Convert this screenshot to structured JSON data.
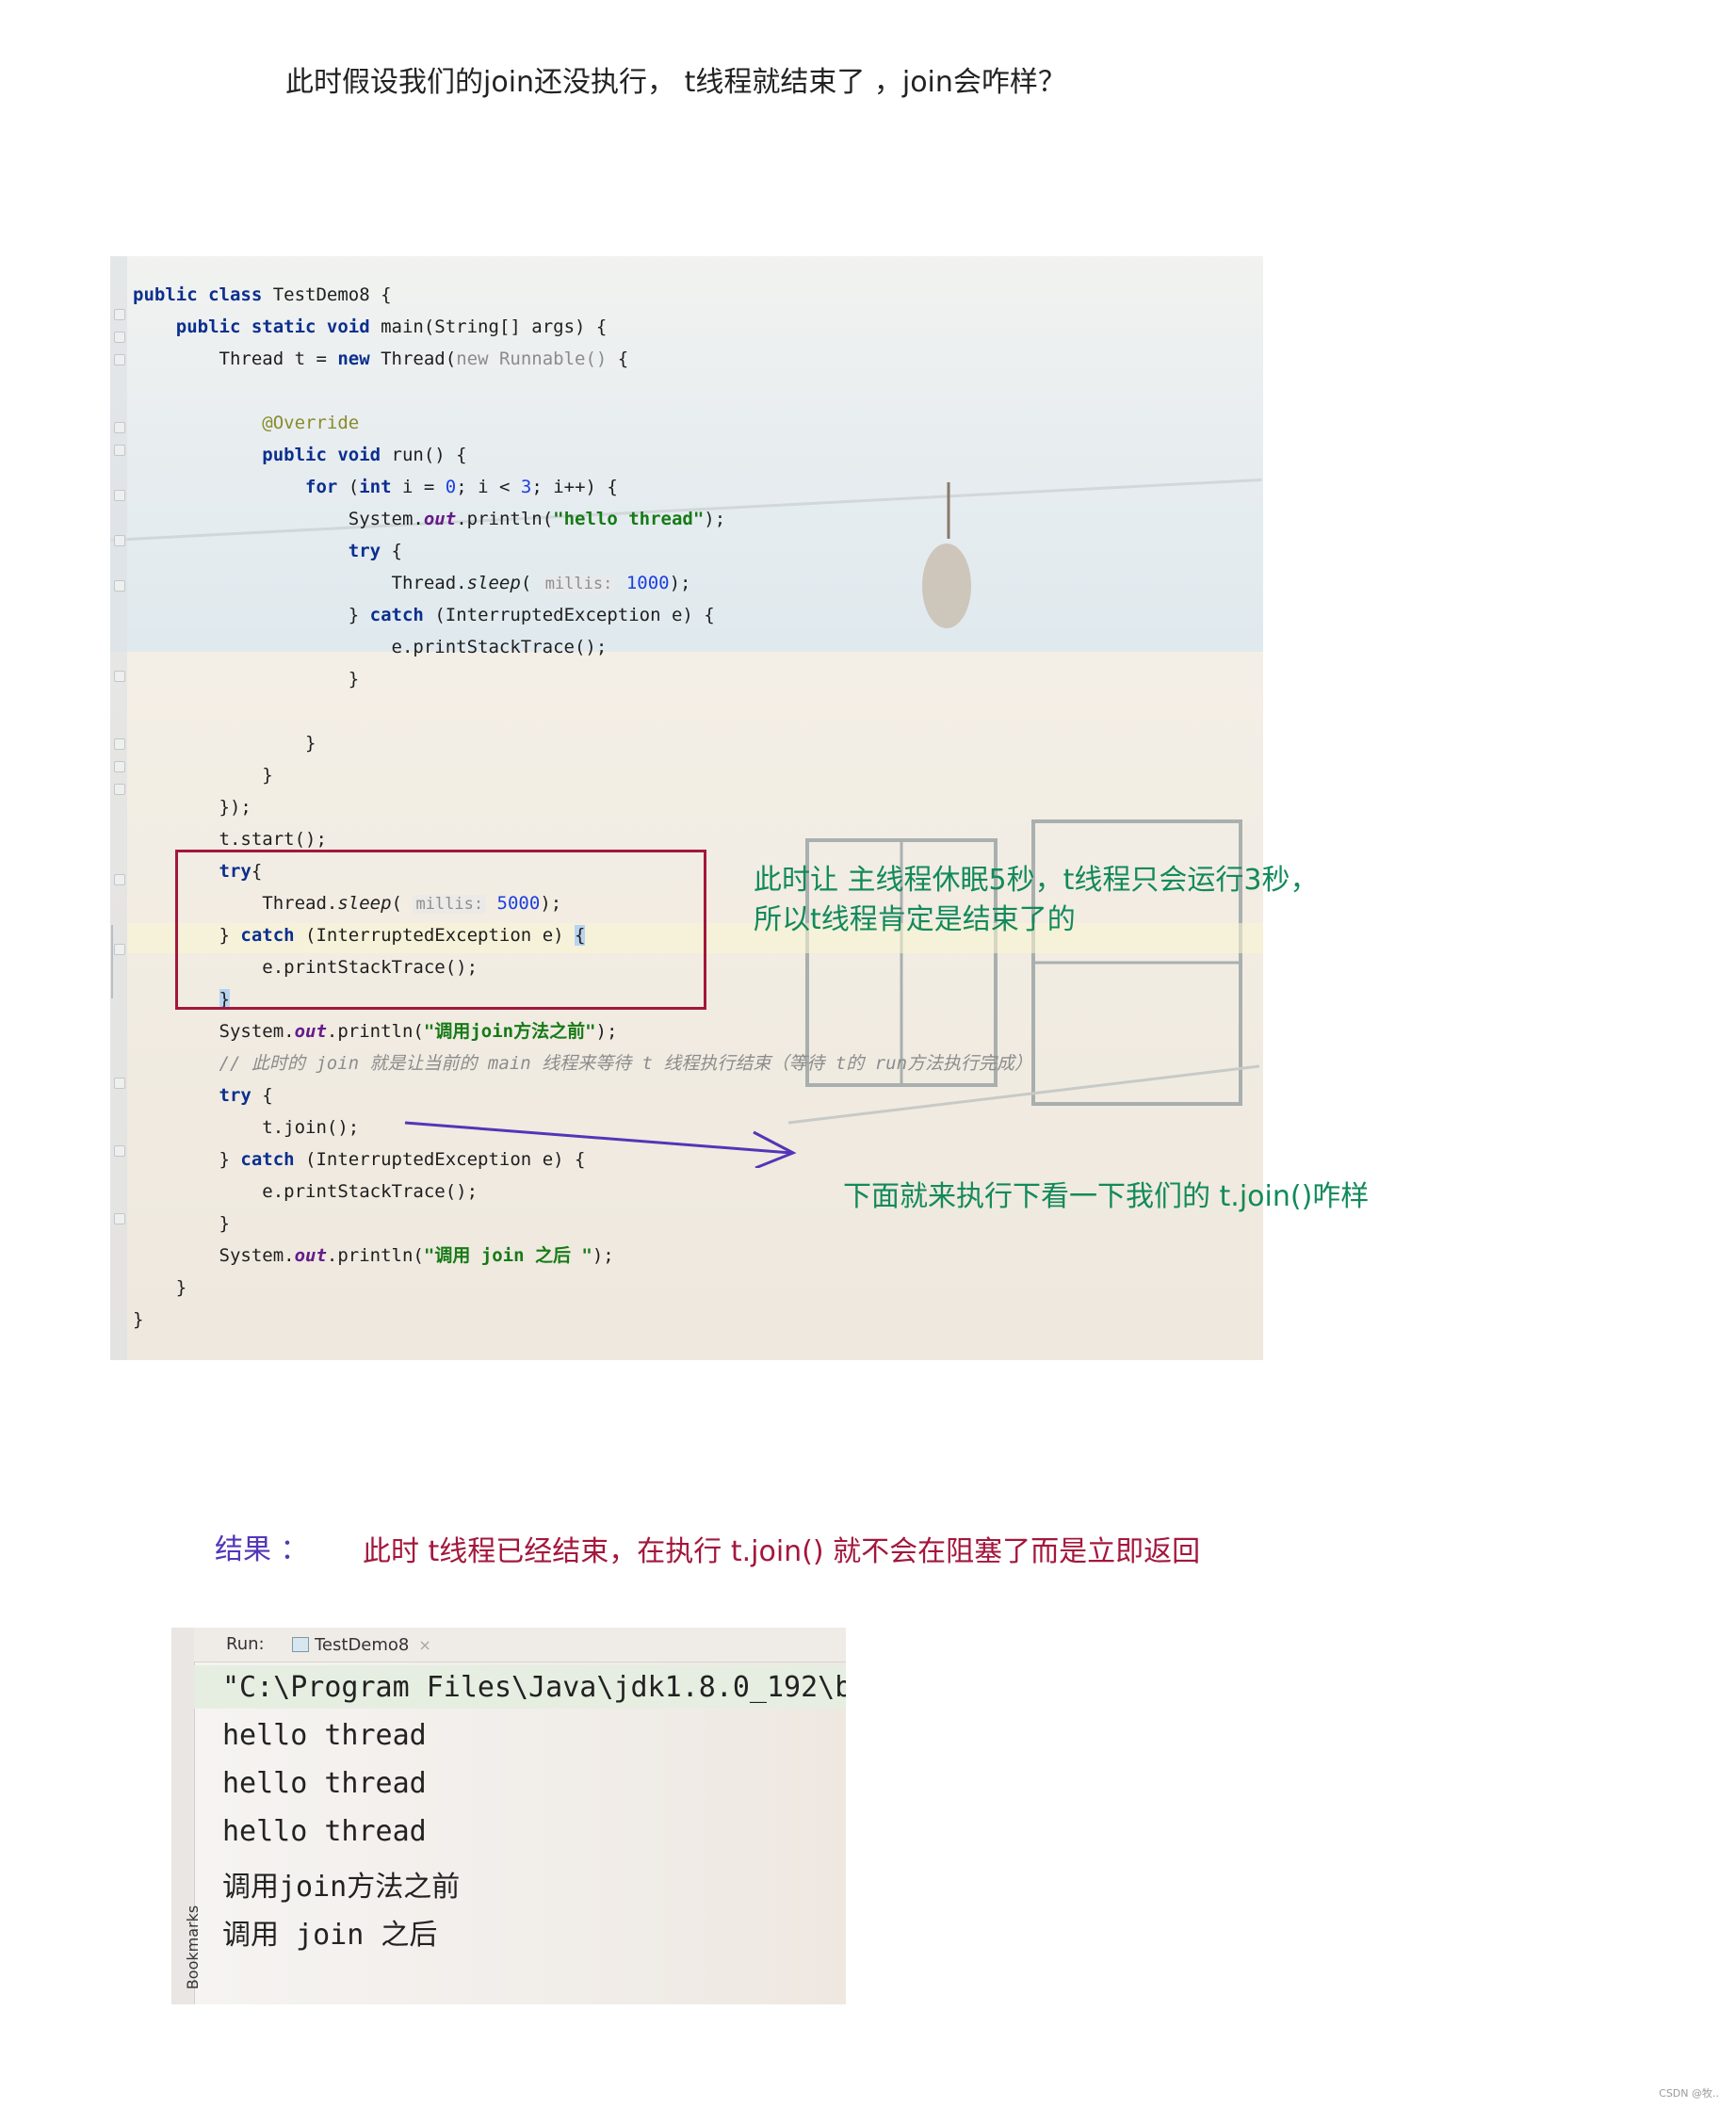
{
  "heading": "此时假设我们的join还没执行，  t线程就结束了  ，join会咋样？",
  "code": {
    "lines": [
      [
        {
          "t": "public class ",
          "c": "kw"
        },
        {
          "t": "TestDemo8 {",
          "c": ""
        }
      ],
      [
        {
          "t": "    public static void ",
          "c": "kw"
        },
        {
          "t": "main(String[] args) {",
          "c": ""
        }
      ],
      [
        {
          "t": "        Thread t = ",
          "c": ""
        },
        {
          "t": "new ",
          "c": "kw"
        },
        {
          "t": "Thread(",
          "c": ""
        },
        {
          "t": "new Runnable()",
          "c": "grey"
        },
        {
          "t": " {",
          "c": ""
        }
      ],
      [],
      [
        {
          "t": "            @Override",
          "c": "ann"
        }
      ],
      [
        {
          "t": "            public void ",
          "c": "kw"
        },
        {
          "t": "run() {",
          "c": ""
        }
      ],
      [
        {
          "t": "                for ",
          "c": "kw"
        },
        {
          "t": "(",
          "c": ""
        },
        {
          "t": "int ",
          "c": "kw"
        },
        {
          "t": "i = ",
          "c": ""
        },
        {
          "t": "0",
          "c": "num"
        },
        {
          "t": "; i < ",
          "c": ""
        },
        {
          "t": "3",
          "c": "num"
        },
        {
          "t": "; i++) {",
          "c": ""
        }
      ],
      [
        {
          "t": "                    System.",
          "c": ""
        },
        {
          "t": "out",
          "c": "st"
        },
        {
          "t": ".println(",
          "c": ""
        },
        {
          "t": "\"hello thread\"",
          "c": "str"
        },
        {
          "t": ");",
          "c": ""
        }
      ],
      [
        {
          "t": "                    try ",
          "c": "kw"
        },
        {
          "t": "{",
          "c": ""
        }
      ],
      [
        {
          "t": "                        Thread.",
          "c": ""
        },
        {
          "t": "sleep",
          "c": "ital"
        },
        {
          "t": "( ",
          "c": ""
        },
        {
          "t": "millis:",
          "c": "hint"
        },
        {
          "t": " ",
          "c": ""
        },
        {
          "t": "1000",
          "c": "num"
        },
        {
          "t": ");",
          "c": ""
        }
      ],
      [
        {
          "t": "                    } ",
          "c": ""
        },
        {
          "t": "catch ",
          "c": "kw"
        },
        {
          "t": "(InterruptedException e) {",
          "c": ""
        }
      ],
      [
        {
          "t": "                        e.printStackTrace();",
          "c": ""
        }
      ],
      [
        {
          "t": "                    }",
          "c": ""
        }
      ],
      [],
      [
        {
          "t": "                }",
          "c": ""
        }
      ],
      [
        {
          "t": "            }",
          "c": ""
        }
      ],
      [
        {
          "t": "        });",
          "c": ""
        }
      ],
      [
        {
          "t": "        t.start();",
          "c": ""
        }
      ],
      [
        {
          "t": "        try",
          "c": "kw"
        },
        {
          "t": "{",
          "c": ""
        }
      ],
      [
        {
          "t": "            Thread.",
          "c": ""
        },
        {
          "t": "sleep",
          "c": "ital"
        },
        {
          "t": "( ",
          "c": ""
        },
        {
          "t": "millis:",
          "c": "hint"
        },
        {
          "t": " ",
          "c": ""
        },
        {
          "t": "5000",
          "c": "num"
        },
        {
          "t": ");",
          "c": ""
        }
      ],
      [
        {
          "t": "        } ",
          "c": ""
        },
        {
          "t": "catch ",
          "c": "kw"
        },
        {
          "t": "(InterruptedException e) ",
          "c": ""
        },
        {
          "t": "{",
          "c": "sel"
        }
      ],
      [
        {
          "t": "            e.printStackTrace();",
          "c": ""
        }
      ],
      [
        {
          "t": "        ",
          "c": ""
        },
        {
          "t": "}",
          "c": "sel"
        }
      ],
      [
        {
          "t": "        System.",
          "c": ""
        },
        {
          "t": "out",
          "c": "st"
        },
        {
          "t": ".println(",
          "c": ""
        },
        {
          "t": "\"调用join方法之前\"",
          "c": "str"
        },
        {
          "t": ");",
          "c": ""
        }
      ],
      [
        {
          "t": "        // 此时的 join 就是让当前的 main 线程来等待 t 线程执行结束（等待 t的 run方法执行完成）",
          "c": "cmt"
        }
      ],
      [
        {
          "t": "        try ",
          "c": "kw"
        },
        {
          "t": "{",
          "c": ""
        }
      ],
      [
        {
          "t": "            t.join();",
          "c": ""
        }
      ],
      [
        {
          "t": "        } ",
          "c": ""
        },
        {
          "t": "catch ",
          "c": "kw"
        },
        {
          "t": "(InterruptedException e) {",
          "c": ""
        }
      ],
      [
        {
          "t": "            e.printStackTrace();",
          "c": ""
        }
      ],
      [
        {
          "t": "        }",
          "c": ""
        }
      ],
      [
        {
          "t": "        System.",
          "c": ""
        },
        {
          "t": "out",
          "c": "st"
        },
        {
          "t": ".println(",
          "c": ""
        },
        {
          "t": "\"调用 join 之后 \"",
          "c": "str"
        },
        {
          "t": ");",
          "c": ""
        }
      ],
      [
        {
          "t": "    }",
          "c": ""
        }
      ],
      [
        {
          "t": "}",
          "c": ""
        }
      ]
    ]
  },
  "note_sleep": {
    "line1": "此时让  主线程休眠5秒，t线程只会运行3秒，",
    "line2": "所以t线程肯定是结束了的"
  },
  "note_join": "下面就来执行下看一下我们的  t.join()咋样",
  "result": {
    "label": "结果  ：",
    "text": "此时  t线程已经结束，在执行  t.join()  就不会在阻塞了而是立即返回"
  },
  "console": {
    "run_label": "Run:",
    "tab_label": "TestDemo8",
    "tab_close": "×",
    "bookmarks": "Bookmarks",
    "lines": [
      "\"C:\\Program Files\\Java\\jdk1.8.0_192\\b",
      "hello thread",
      "hello thread",
      "hello thread",
      "调用join方法之前",
      "调用 join 之后"
    ]
  },
  "watermark": "CSDN @牧..",
  "colors": {
    "keyword": "#0b2f8f",
    "string": "#167a16",
    "number": "#1c3fe0",
    "annotation_box": "#a3173c",
    "note_green": "#128a5a",
    "arrow": "#5236b7",
    "result_label": "#5236b7",
    "result_text": "#a3173c"
  }
}
